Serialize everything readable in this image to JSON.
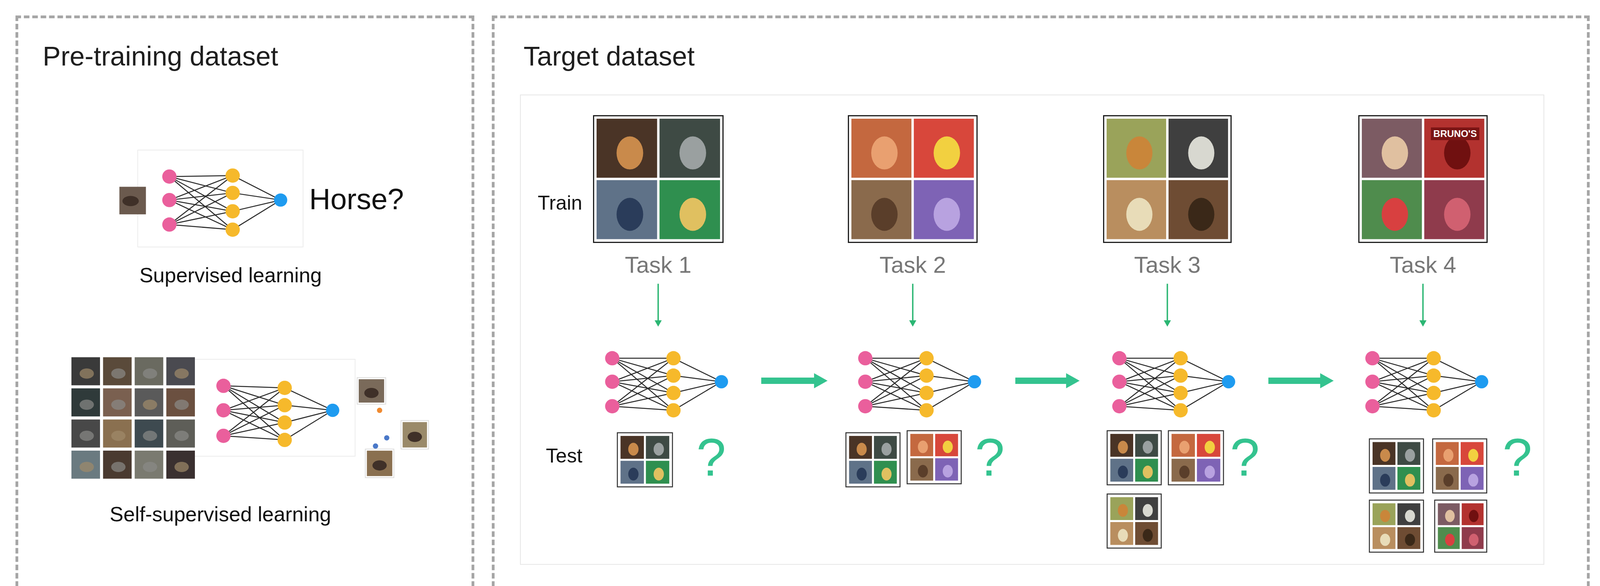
{
  "diagram": {
    "nodes": [
      {
        "text": [
          "Pre-training dataset"
        ]
      },
      {
        "text": [
          "Target dataset"
        ]
      },
      {
        "text": [
          "Task 1"
        ],
        "in": 1
      },
      {
        "text": [
          "Task 2"
        ],
        "in": 1
      },
      {
        "text": [
          "Task 3"
        ],
        "in": 1
      },
      {
        "text": [
          "Task 4"
        ],
        "in": 1
      }
    ],
    "labels": [
      "Horse?",
      "Supervised learning",
      "Self-supervised learning",
      "Train",
      "Test",
      "?",
      "?",
      "?",
      "?",
      "BRUNO'S"
    ]
  }
}
